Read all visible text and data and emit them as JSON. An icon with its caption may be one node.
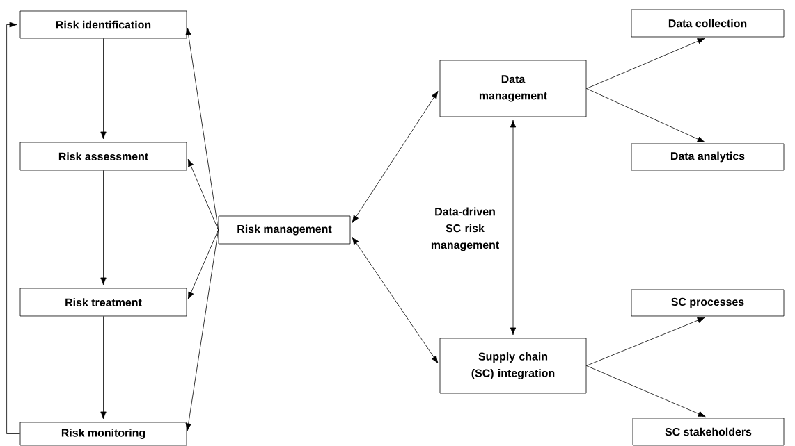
{
  "diagram": {
    "nodes": [
      {
        "text": [
          "Risk identification"
        ]
      },
      {
        "text": [
          "Data collection"
        ]
      },
      {
        "text": [
          "Data management"
        ]
      },
      {
        "text": [
          "Risk assessment"
        ]
      },
      {
        "text": [
          "Data analytics"
        ]
      },
      {
        "text": [
          "Risk management"
        ]
      },
      {
        "text": [
          "Supply chain (SC) integration"
        ]
      },
      {
        "text": [
          "Risk treatment"
        ]
      },
      {
        "text": [
          "SC processes"
        ]
      },
      {
        "text": [
          "Risk monitoring"
        ]
      },
      {
        "text": [
          "SC stakeholders"
        ]
      }
    ],
    "edges": [
      {
        "from": 0,
        "to": 3,
        "arrow": "to"
      },
      {
        "from": 3,
        "to": 7,
        "arrow": "to"
      },
      {
        "from": 7,
        "to": 9,
        "arrow": "to"
      },
      {
        "from": 9,
        "to": 0,
        "arrow": "to"
      },
      {
        "from": 5,
        "to": 0,
        "arrow": "to"
      },
      {
        "from": 5,
        "to": 3,
        "arrow": "to"
      },
      {
        "from": 5,
        "to": 7,
        "arrow": "to"
      },
      {
        "from": 5,
        "to": 9,
        "arrow": "to"
      },
      {
        "from": 5,
        "to": 2,
        "arrow": "both"
      },
      {
        "from": 5,
        "to": 6,
        "arrow": "both"
      },
      {
        "from": 2,
        "to": 6,
        "arrow": "both"
      },
      {
        "from": 2,
        "to": 1,
        "arrow": "to"
      },
      {
        "from": 2,
        "to": 4,
        "arrow": "to"
      },
      {
        "from": 6,
        "to": 8,
        "arrow": "to"
      },
      {
        "from": 6,
        "to": 10,
        "arrow": "to"
      }
    ],
    "labels": [
      "Data-driven SC risk management"
    ]
  }
}
